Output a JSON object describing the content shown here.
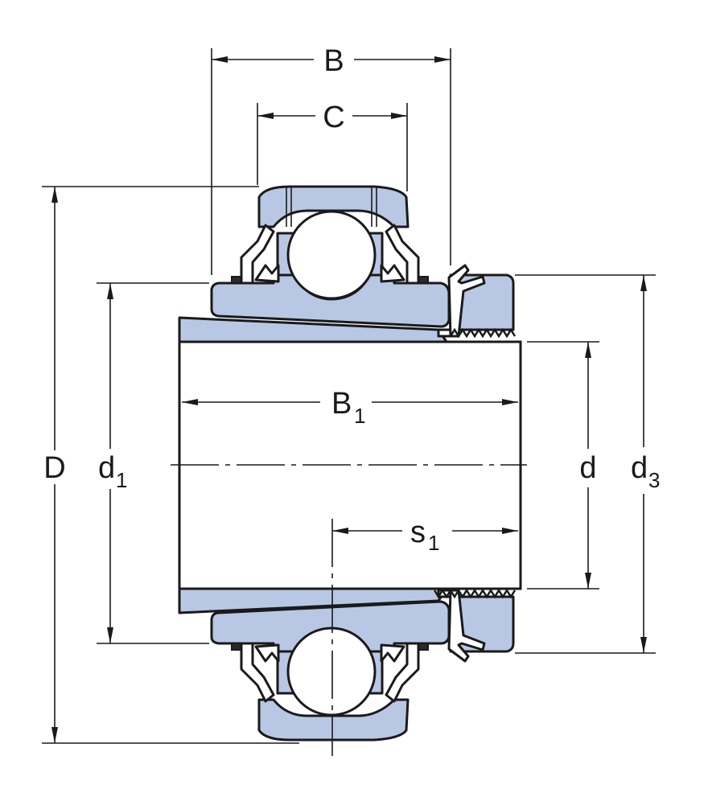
{
  "diagram": {
    "labels": {
      "B": "B",
      "C": "C",
      "B1_main": "B",
      "B1_sub": "1",
      "D": "D",
      "d1_main": "d",
      "d1_sub": "1",
      "d": "d",
      "d3_main": "d",
      "d3_sub": "3",
      "s1_main": "s",
      "s1_sub": "1"
    },
    "colors": {
      "part_fill": "#b8c8e4",
      "line": "#1a1a1a",
      "background": "#ffffff"
    }
  }
}
